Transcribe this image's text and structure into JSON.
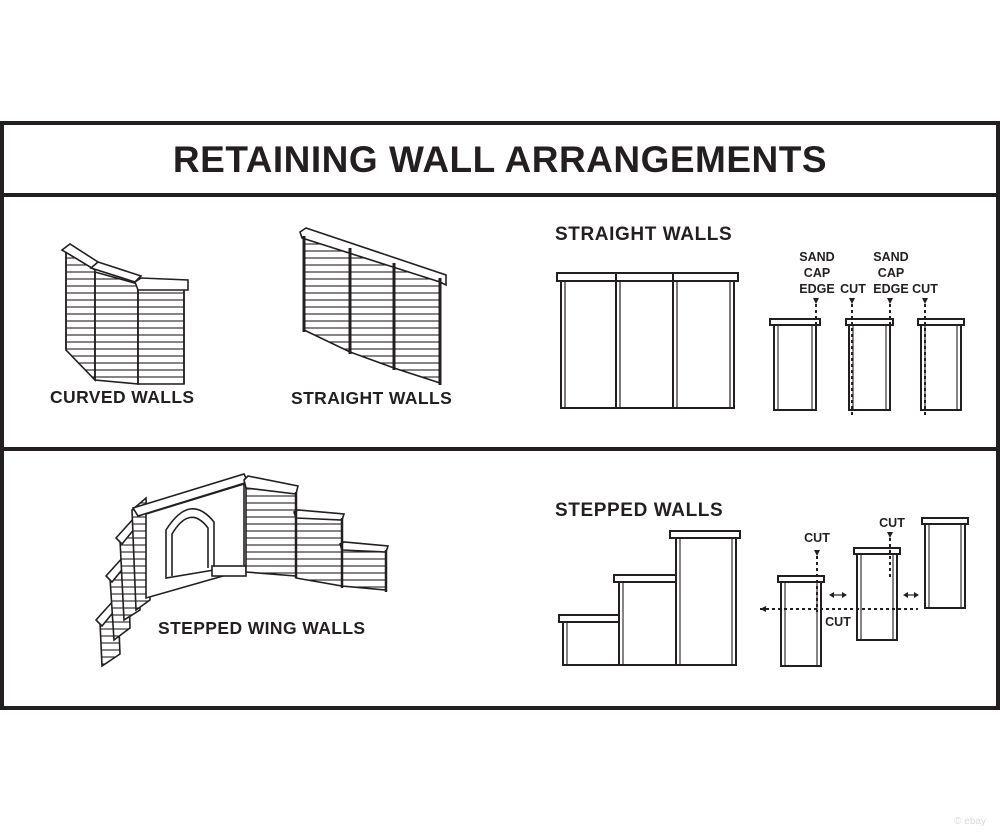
{
  "title": "RETAINING WALL ARRANGEMENTS",
  "labels": {
    "curved_walls": "CURVED WALLS",
    "straight_walls": "STRAIGHT WALLS",
    "straight_walls_header": "STRAIGHT WALLS",
    "stepped_wing_walls": "STEPPED WING WALLS",
    "stepped_walls_header": "STEPPED WALLS"
  },
  "annotations": {
    "sand_cap_edge_1": "SAND\nCAP\nEDGE",
    "cut_1": "CUT",
    "sand_cap_edge_2": "SAND\nCAP\nEDGE",
    "cut_2": "CUT",
    "stepped_cut_top_1": "CUT",
    "stepped_cut_top_2": "CUT",
    "stepped_cut_bottom": "CUT"
  },
  "watermark": "© ebay"
}
